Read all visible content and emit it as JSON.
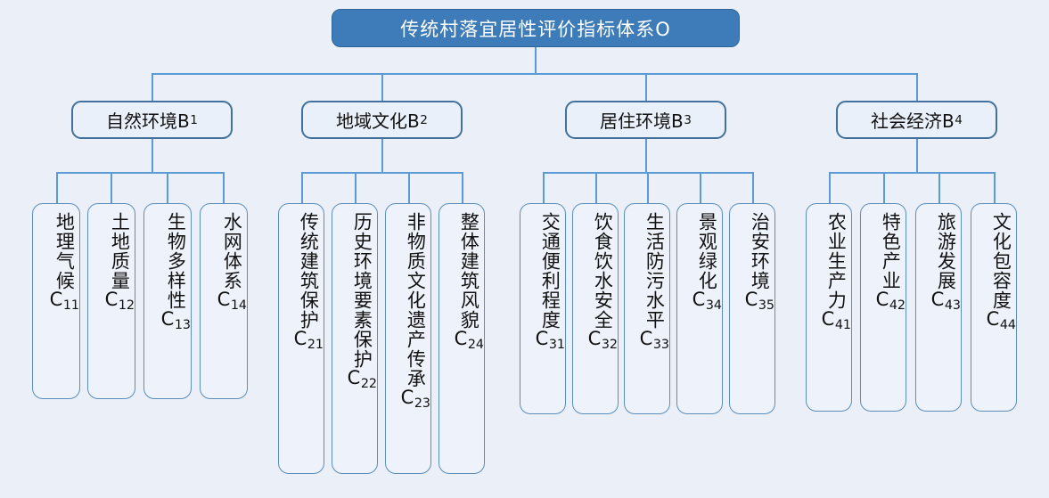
{
  "diagram": {
    "type": "hierarchy-tree",
    "background_color": "#EBF0F8",
    "accent_color": "#5B9BD5",
    "root_fill": "#3D7CB8",
    "root_text_color": "#FFFFFF",
    "node_fill": "#EEF2FA",
    "node_border": "#5B8EBD",
    "level2_border": "#41719C"
  },
  "root": {
    "label_main": "传统村落宜居性评价指标体系",
    "label_code": "O",
    "full": "传统村落宜居性评价指标体系O"
  },
  "groups": [
    {
      "id": "B1",
      "label_main": "自然环境B",
      "label_sub": "1",
      "full": "自然环境B1",
      "children": [
        {
          "id": "C11",
          "text": "地理气候",
          "code": "C",
          "sub": "11",
          "full": "地理气候C11"
        },
        {
          "id": "C12",
          "text": "土地质量",
          "code": "C",
          "sub": "12",
          "full": "土地质量C12"
        },
        {
          "id": "C13",
          "text": "生物多样性",
          "code": "C",
          "sub": "13",
          "full": "生物多样性C13"
        },
        {
          "id": "C14",
          "text": "水网体系",
          "code": "C",
          "sub": "14",
          "full": "水网体系C14"
        }
      ]
    },
    {
      "id": "B2",
      "label_main": "地域文化B",
      "label_sub": "2",
      "full": "地域文化B2",
      "children": [
        {
          "id": "C21",
          "text": "传统建筑保护",
          "code": "C",
          "sub": "21",
          "full": "传统建筑保护C21"
        },
        {
          "id": "C22",
          "text": "历史环境要素保护",
          "code": "C",
          "sub": "22",
          "full": "历史环境要素保护C22"
        },
        {
          "id": "C23",
          "text": "非物质文化遗产传承",
          "code": "C",
          "sub": "23",
          "full": "非物质文化遗产传承C23"
        },
        {
          "id": "C24",
          "text": "整体建筑风貌",
          "code": "C",
          "sub": "24",
          "full": "整体建筑风貌C24"
        }
      ]
    },
    {
      "id": "B3",
      "label_main": "居住环境B",
      "label_sub": "3",
      "full": "居住环境B3",
      "children": [
        {
          "id": "C31",
          "text": "交通便利程度",
          "code": "C",
          "sub": "31",
          "full": "交通便利程度C31"
        },
        {
          "id": "C32",
          "text": "饮食饮水安全",
          "code": "C",
          "sub": "32",
          "full": "饮食饮水安全C32"
        },
        {
          "id": "C33",
          "text": "生活防污水平",
          "code": "C",
          "sub": "33",
          "full": "生活防污水平C33"
        },
        {
          "id": "C34",
          "text": "景观绿化",
          "code": "C",
          "sub": "34",
          "full": "景观绿化C34"
        },
        {
          "id": "C35",
          "text": "治安环境",
          "code": "C",
          "sub": "35",
          "full": "治安环境C35"
        }
      ]
    },
    {
      "id": "B4",
      "label_main": "社会经济B",
      "label_sub": "4",
      "full": "社会经济B4",
      "children": [
        {
          "id": "C41",
          "text": "农业生产力",
          "code": "C",
          "sub": "41",
          "full": "农业生产力C41"
        },
        {
          "id": "C42",
          "text": "特色产业",
          "code": "C",
          "sub": "42",
          "full": "特色产业C42"
        },
        {
          "id": "C43",
          "text": "旅游发展",
          "code": "C",
          "sub": "43",
          "full": "旅游发展C43"
        },
        {
          "id": "C44",
          "text": "文化包容度",
          "code": "C",
          "sub": "44",
          "full": "文化包容度C44"
        }
      ]
    }
  ]
}
